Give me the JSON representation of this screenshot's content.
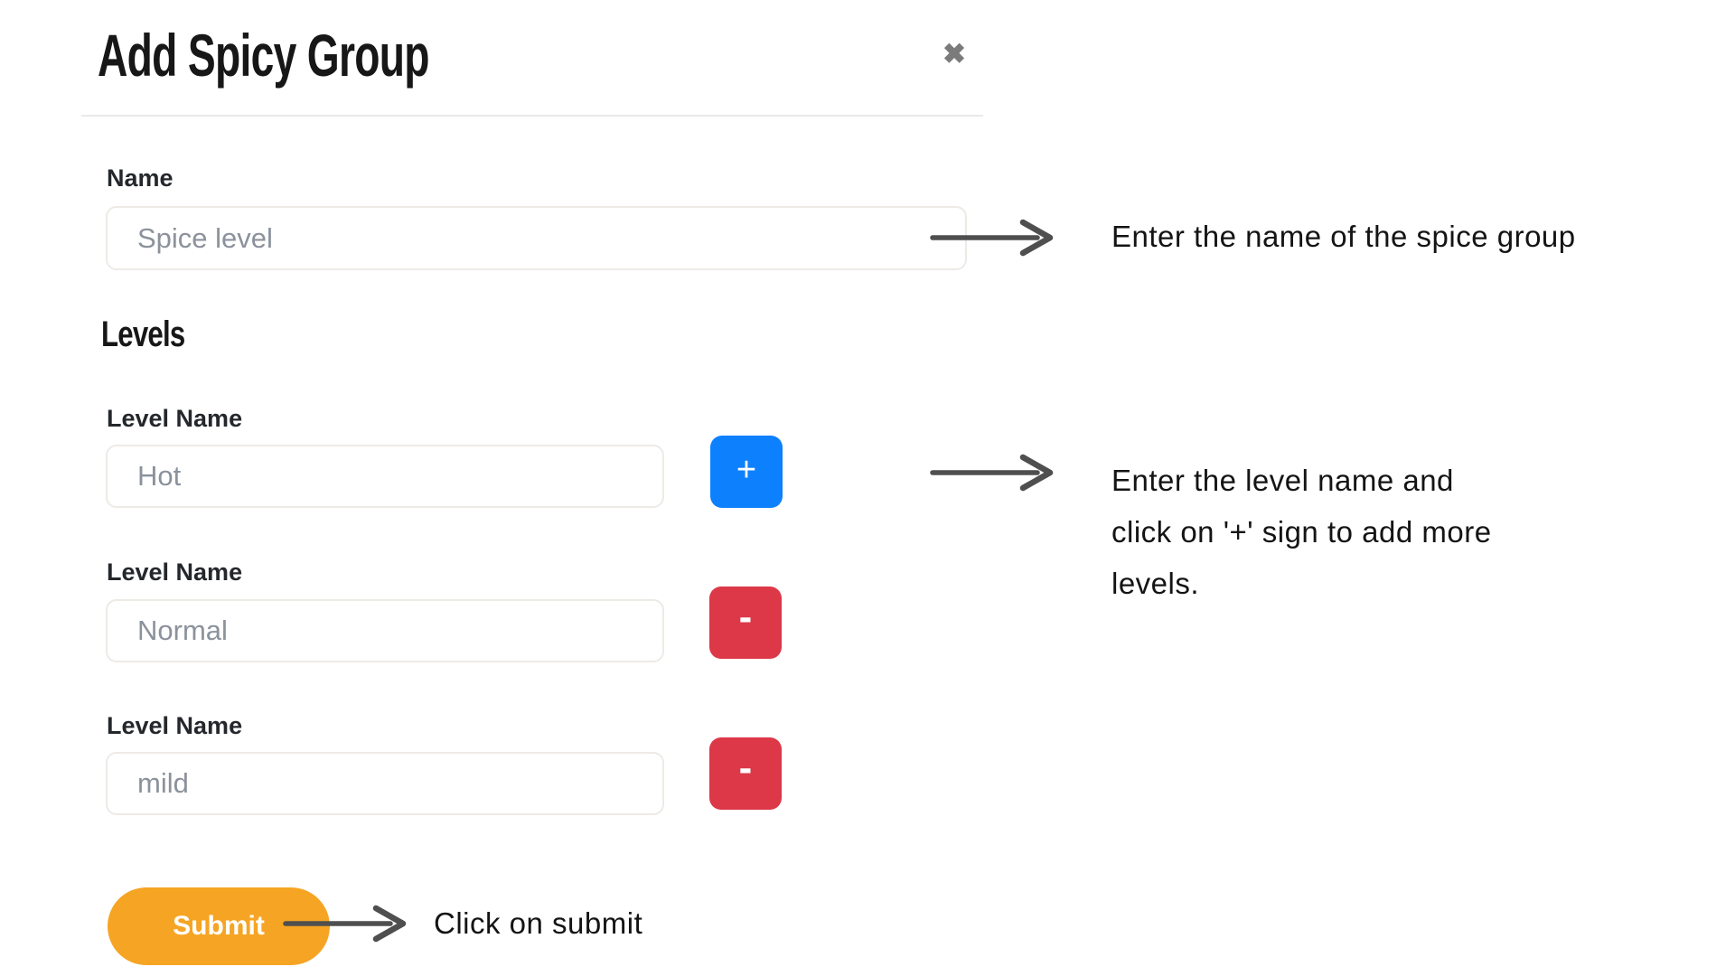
{
  "modal": {
    "title": "Add Spicy Group",
    "close_icon": "✖",
    "name_field": {
      "label": "Name",
      "placeholder": "Spice level"
    },
    "levels": {
      "heading": "Levels",
      "rows": [
        {
          "label": "Level Name",
          "placeholder": "Hot",
          "action_symbol": "+"
        },
        {
          "label": "Level Name",
          "placeholder": "Normal",
          "action_symbol": "-"
        },
        {
          "label": "Level Name",
          "placeholder": "mild",
          "action_symbol": "-"
        }
      ]
    },
    "submit_label": "Submit"
  },
  "annotations": {
    "name_hint": "Enter the name of the spice group",
    "levels_hint_line1": "Enter the level name and",
    "levels_hint_line2": "click on '+' sign to add more",
    "levels_hint_line3": "levels.",
    "submit_hint": "Click on submit"
  },
  "colors": {
    "add_button": "#0d80fe",
    "remove_button": "#dc3848",
    "submit_button": "#f6a423",
    "arrow": "#4f4f4f"
  }
}
